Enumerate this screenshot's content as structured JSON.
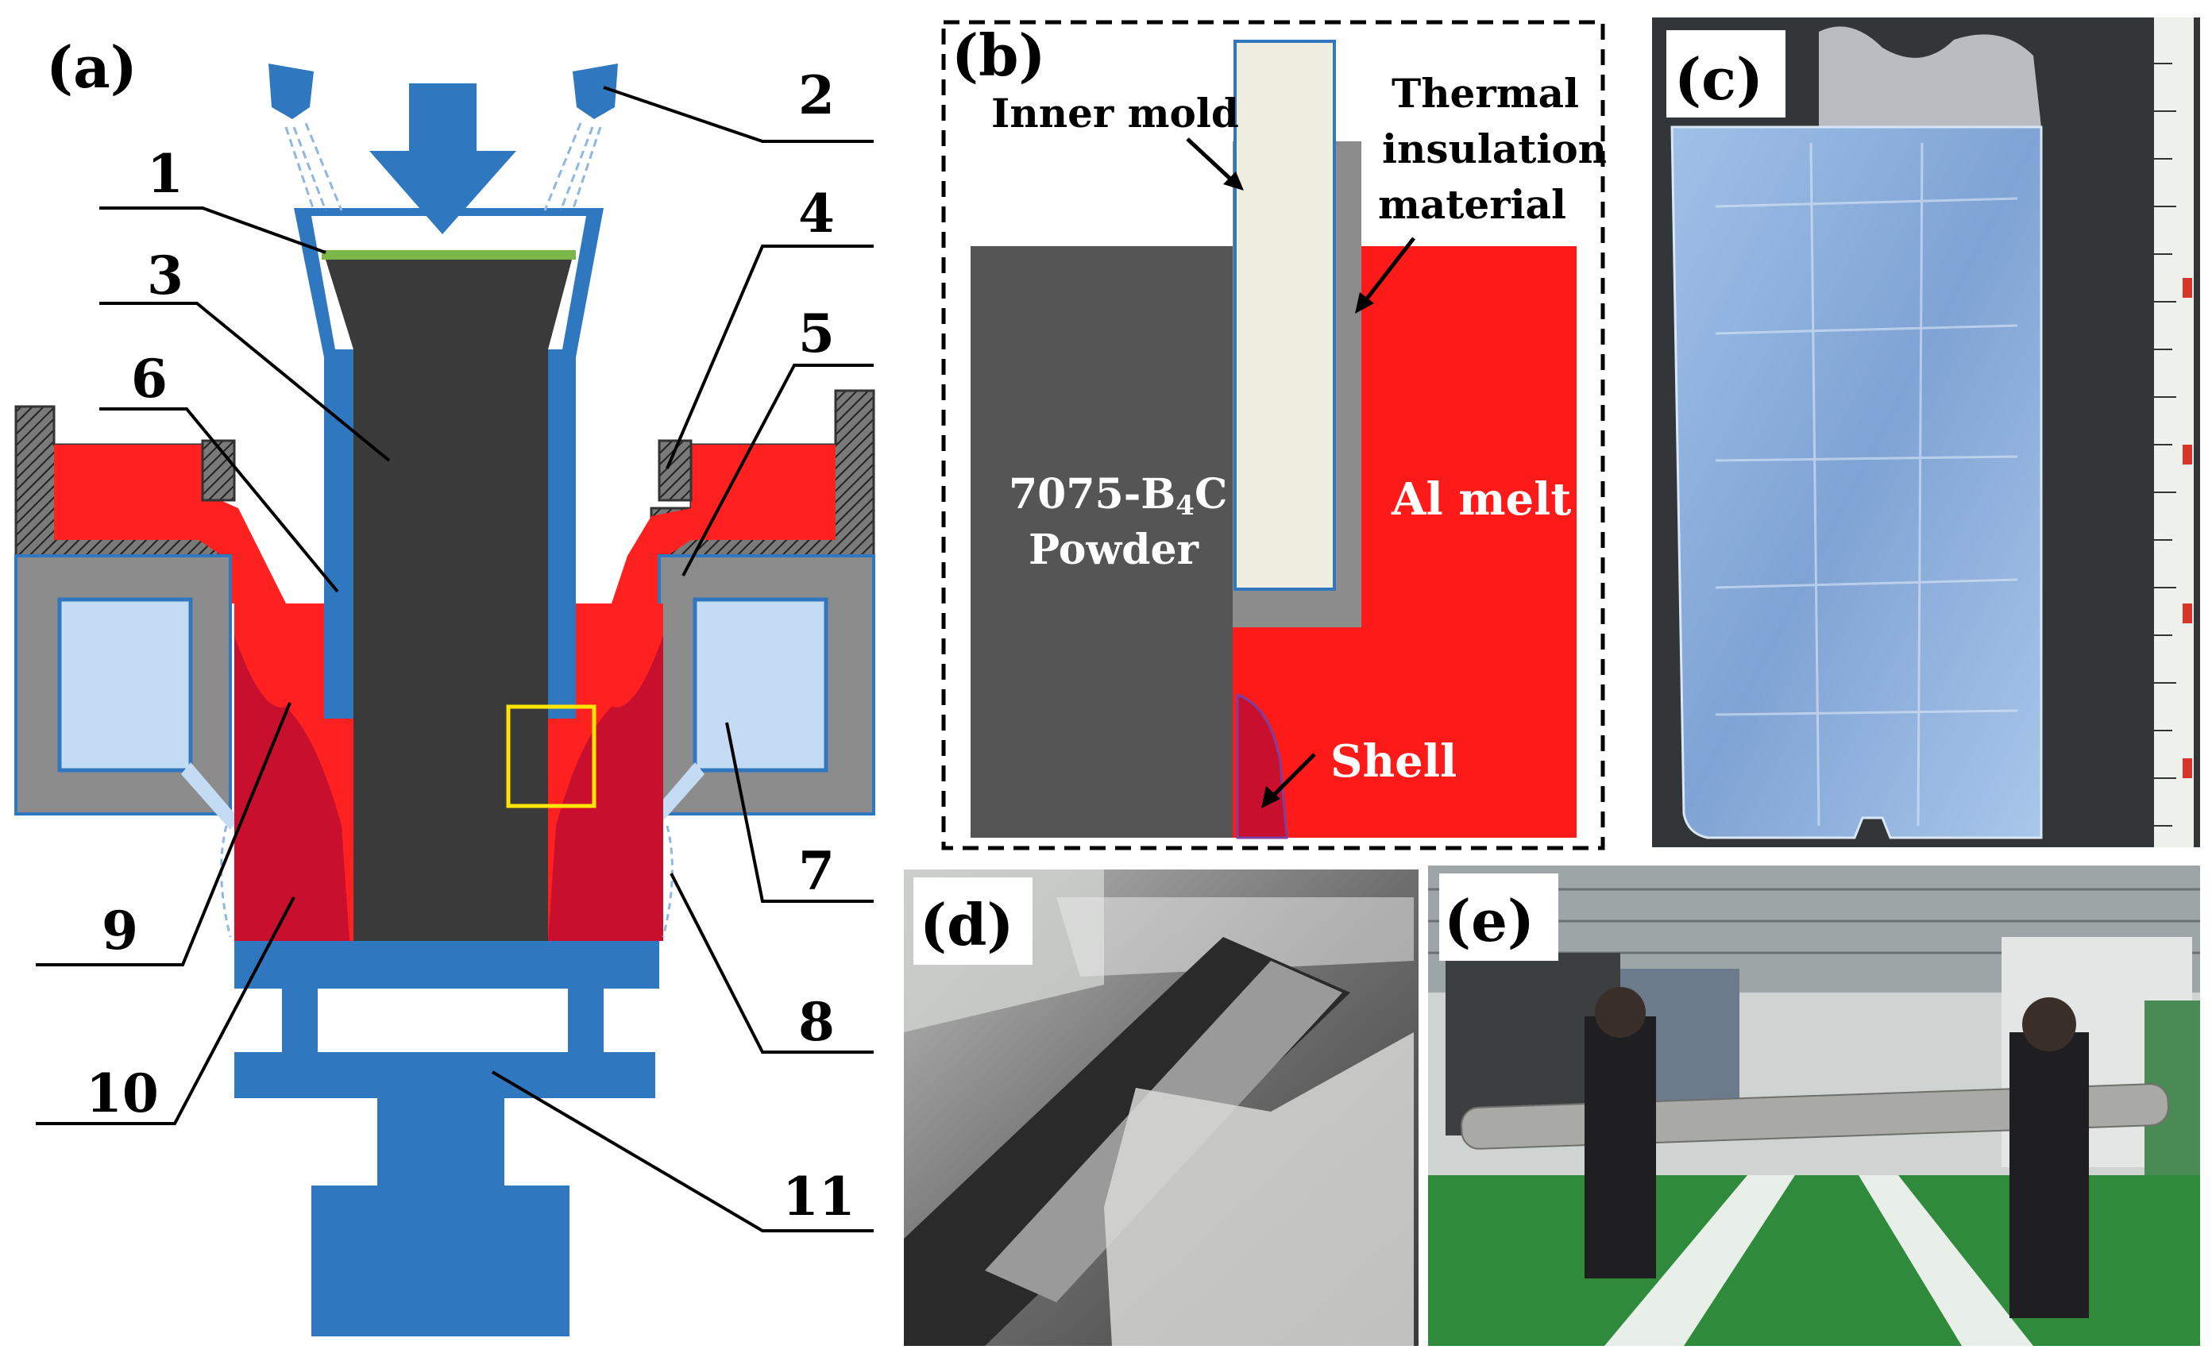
{
  "panels": {
    "a": "(a)",
    "b": "(b)",
    "c": "(c)",
    "d": "(d)",
    "e": "(e)"
  },
  "callouts": [
    "1",
    "2",
    "3",
    "4",
    "5",
    "6",
    "7",
    "8",
    "9",
    "10",
    "11"
  ],
  "panel_b": {
    "inner_mold": "Inner mold",
    "thermal_line1": "Thermal",
    "thermal_line2": "insulation",
    "thermal_line3": "material",
    "powder_line1": "7075-B",
    "powder_sub": "4",
    "powder_line1_end": "C",
    "powder_line2": "Powder",
    "al_melt": "Al melt",
    "shell": "Shell"
  },
  "colors": {
    "blue": "#2f78c0",
    "dark_core": "#3a3a3a",
    "melt_red": "#ff2020",
    "shell_red": "#c8102e",
    "gray": "#8c8c8c",
    "light_blue": "#c3dbf3",
    "green": "#7ab648",
    "highlight_yellow": "#ffe600"
  }
}
